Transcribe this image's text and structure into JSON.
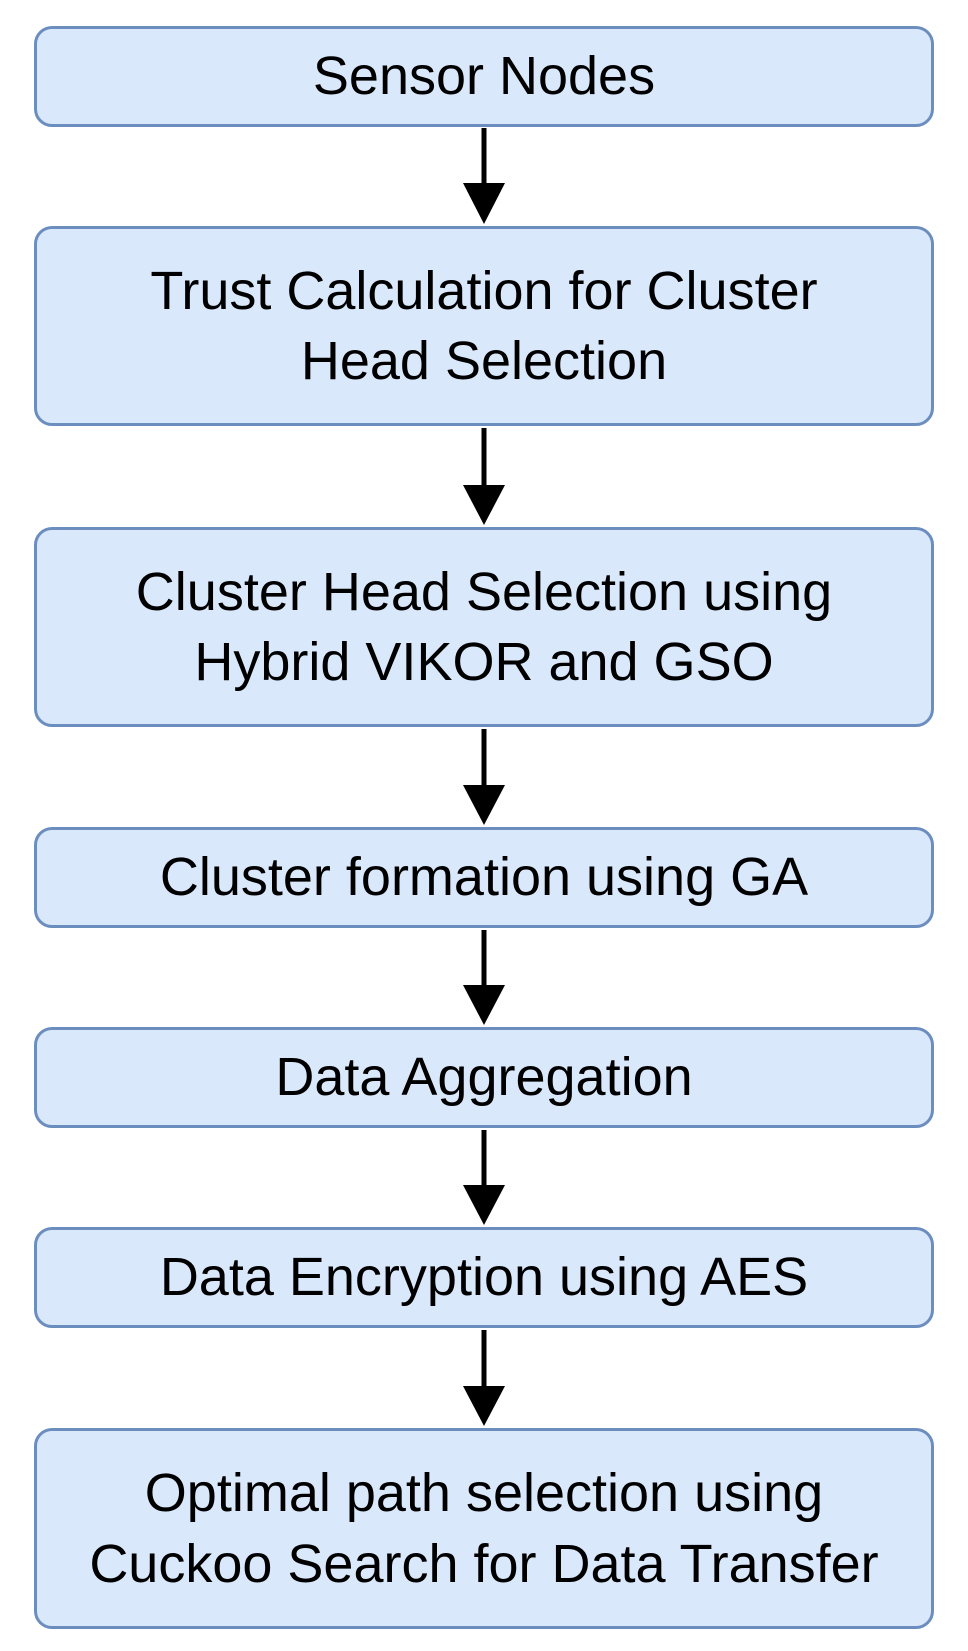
{
  "flowchart": {
    "nodes": [
      {
        "lines": [
          "Sensor Nodes"
        ]
      },
      {
        "lines": [
          "Trust Calculation for Cluster",
          "Head Selection"
        ]
      },
      {
        "lines": [
          "Cluster Head Selection using",
          "Hybrid VIKOR and GSO"
        ]
      },
      {
        "lines": [
          "Cluster formation using GA"
        ]
      },
      {
        "lines": [
          "Data Aggregation"
        ]
      },
      {
        "lines": [
          "Data Encryption using AES"
        ]
      },
      {
        "lines": [
          "Optimal path selection using",
          "Cuckoo Search for Data Transfer"
        ]
      }
    ]
  },
  "colors": {
    "node_fill": "#dae8fc",
    "node_border": "#6c8ebf",
    "arrow": "#000000",
    "text": "#000000"
  }
}
